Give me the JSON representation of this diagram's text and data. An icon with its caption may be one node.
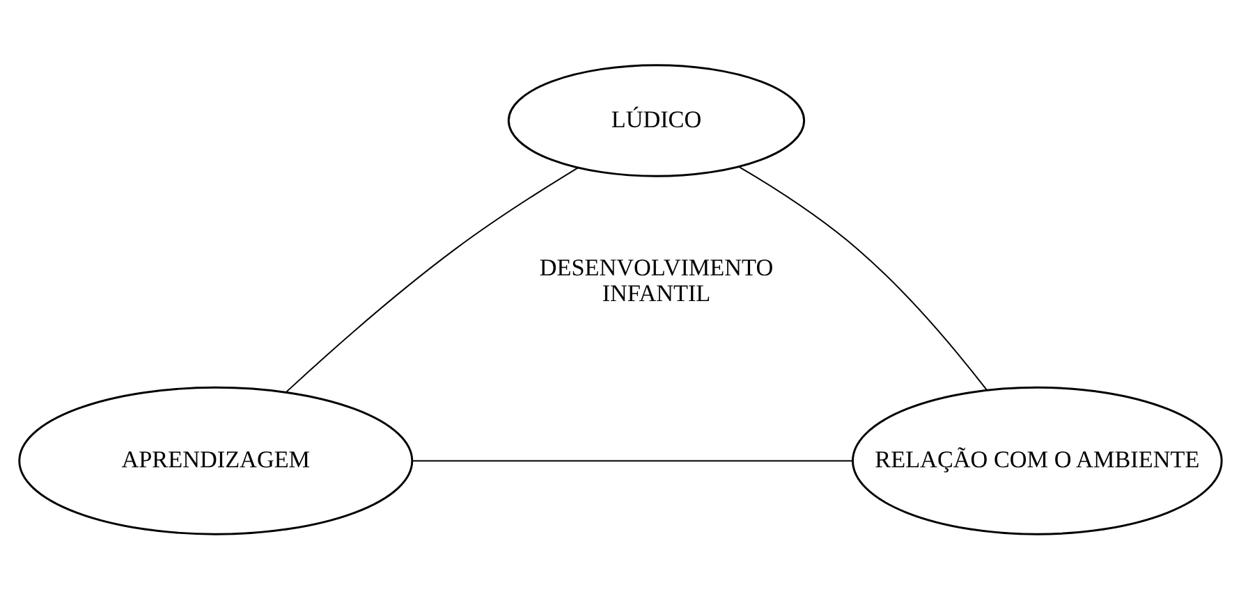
{
  "diagram": {
    "nodes": [
      {
        "text": [
          "LÚDICO"
        ]
      },
      {
        "text": [
          "APRENDIZAGEM"
        ]
      },
      {
        "text": [
          "RELAÇÃO COM O AMBIENTE"
        ]
      }
    ],
    "edges": [
      {
        "from": 0,
        "to": 1,
        "arrow": "none"
      },
      {
        "from": 0,
        "to": 2,
        "arrow": "none"
      },
      {
        "from": 1,
        "to": 2,
        "arrow": "none"
      }
    ],
    "labels": [
      "DESENVOLVIMENTO INFANTIL"
    ]
  }
}
